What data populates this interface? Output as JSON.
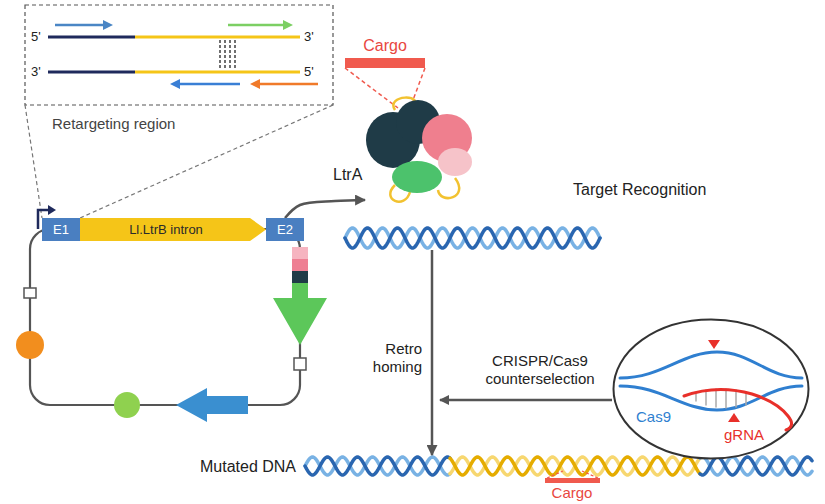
{
  "diagram": {
    "nodes": [
      {
        "text": [
          "E1"
        ]
      },
      {
        "text": [
          "Ll.LtrB intron"
        ]
      },
      {
        "text": [
          "E2"
        ]
      },
      {
        "text": [
          "LtrA"
        ]
      },
      {
        "text": [
          "Target Recognition"
        ]
      },
      {
        "text": [
          "Cas9",
          "gRNA"
        ]
      },
      {
        "text": [
          "Mutated DNA"
        ]
      }
    ],
    "edges": [
      {
        "from": 2,
        "to": 3,
        "arrow": "to"
      },
      {
        "from": 4,
        "to": 6,
        "label": "Retro homing",
        "arrow": "to"
      }
    ],
    "labels": [
      "5'",
      "3'",
      "3'",
      "5'",
      "Retargeting region",
      "Cargo",
      "CRISPR/Cas9 counterselection",
      "Cargo"
    ]
  }
}
